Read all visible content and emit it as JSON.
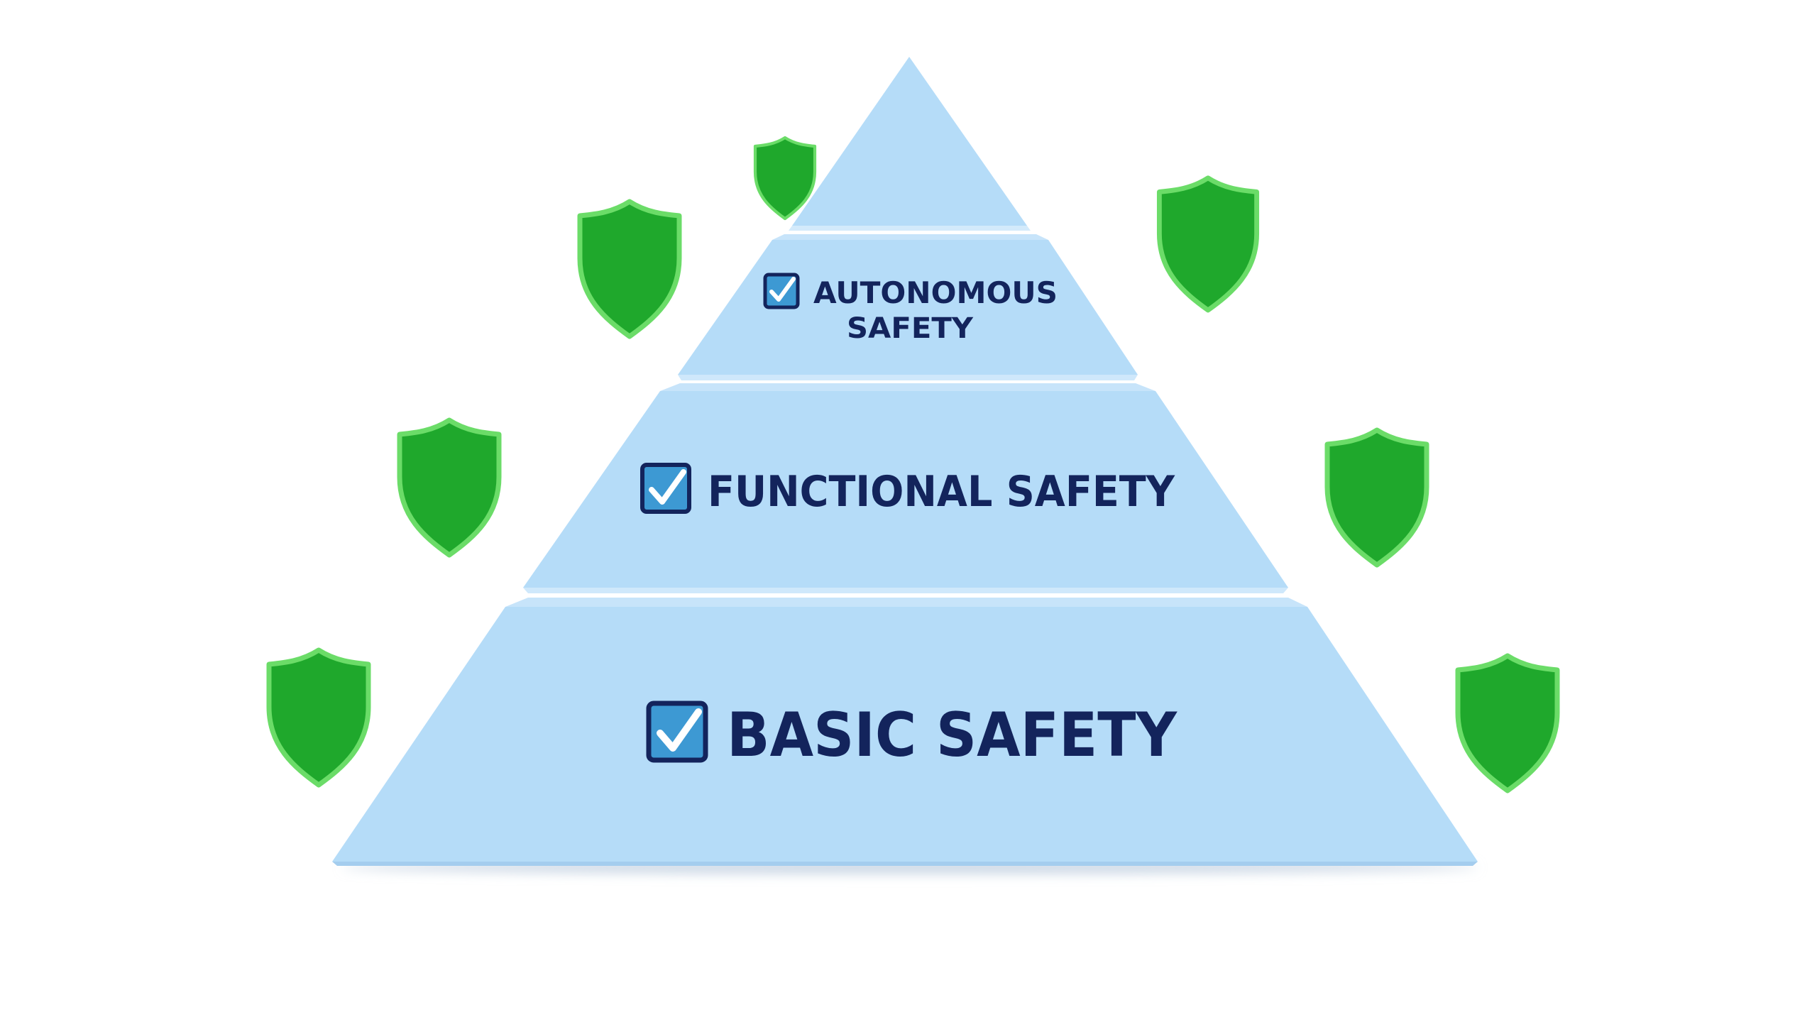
{
  "colors": {
    "background": "#ffffff",
    "tier_fill": "#b5dcf8",
    "tier_edge": "#a4cdee",
    "shadow": "#c9d6e4",
    "label_text": "#13245c",
    "checkbox_fill": "#3d99d3",
    "checkbox_border": "#13245c",
    "checkmark": "#ffffff",
    "shield_fill": "#1fa82c",
    "shield_border": "#6bdc68"
  },
  "icons": {
    "tier_marker": "checkbox-checked-icon",
    "decoration": "shield-icon"
  },
  "pyramid": {
    "tiers": [
      {
        "id": "apex",
        "lines": []
      },
      {
        "id": "autonomous",
        "lines": [
          "AUTONOMOUS",
          "SAFETY"
        ]
      },
      {
        "id": "functional",
        "lines": [
          "FUNCTIONAL SAFETY"
        ]
      },
      {
        "id": "basic",
        "lines": [
          "BASIC SAFETY"
        ]
      }
    ]
  }
}
